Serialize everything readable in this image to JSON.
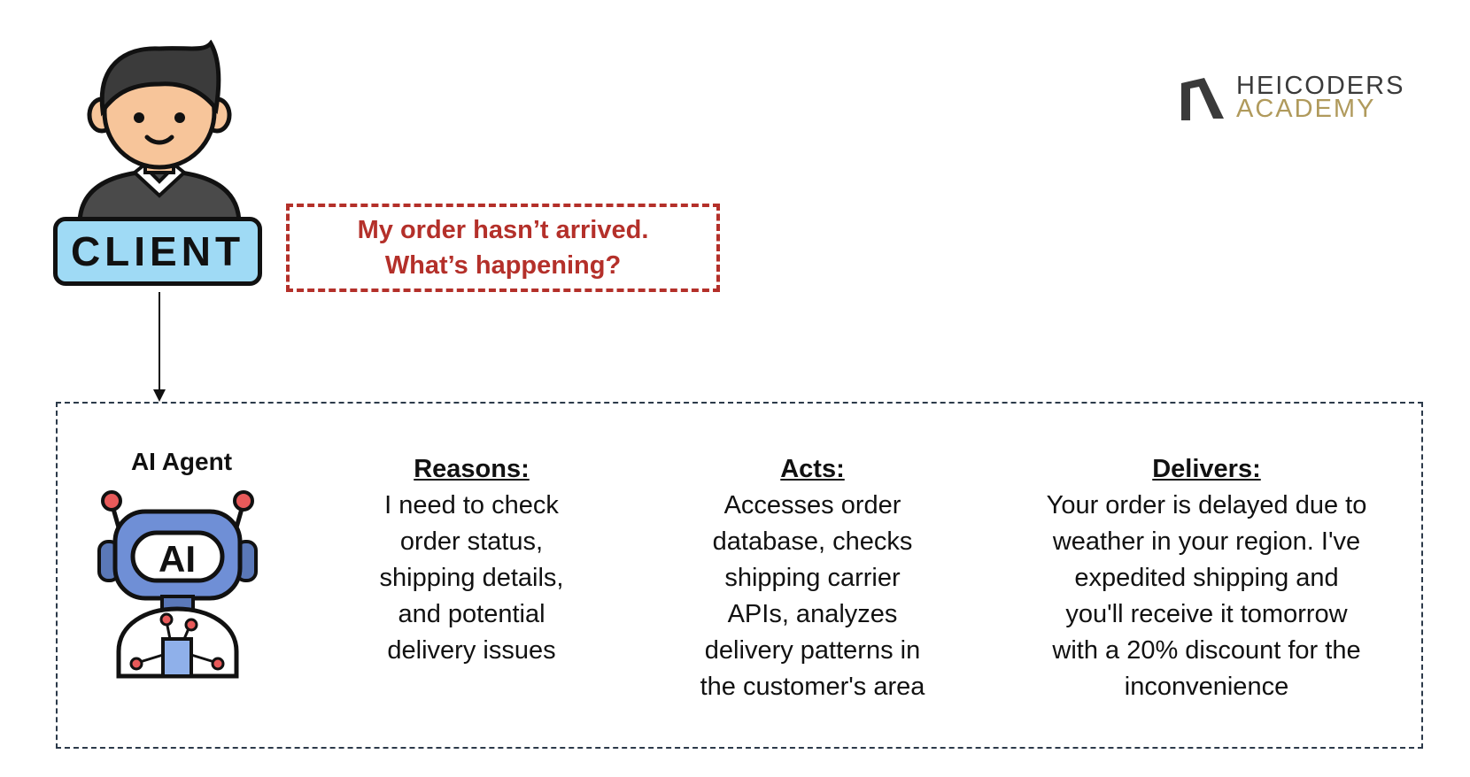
{
  "logo": {
    "line1": "HEICODERS",
    "line2": "ACADEMY",
    "colors": {
      "primary": "#3a3a3a",
      "accent": "#b09a5c"
    }
  },
  "client": {
    "label": "CLIENT",
    "icon": "person-avatar-icon"
  },
  "speech": {
    "lines": [
      "My order hasn’t arrived.",
      "What’s happening?"
    ],
    "color": "#b4302a"
  },
  "agent": {
    "title": "AI Agent",
    "icon": "ai-robot-icon",
    "icon_text": "AI",
    "columns": [
      {
        "heading": "Reasons:",
        "lines": [
          "I need to check",
          "order status,",
          "shipping details,",
          "and potential",
          "delivery issues"
        ]
      },
      {
        "heading": "Acts:",
        "lines": [
          "Accesses order",
          "database, checks",
          "shipping carrier",
          "APIs, analyzes",
          "delivery patterns in",
          "the customer's area"
        ]
      },
      {
        "heading": "Delivers:",
        "lines": [
          "Your order is delayed due to",
          "weather in your region. I've",
          "expedited shipping and",
          "you'll receive it tomorrow",
          "with a 20% discount for the",
          "inconvenience"
        ]
      }
    ]
  }
}
